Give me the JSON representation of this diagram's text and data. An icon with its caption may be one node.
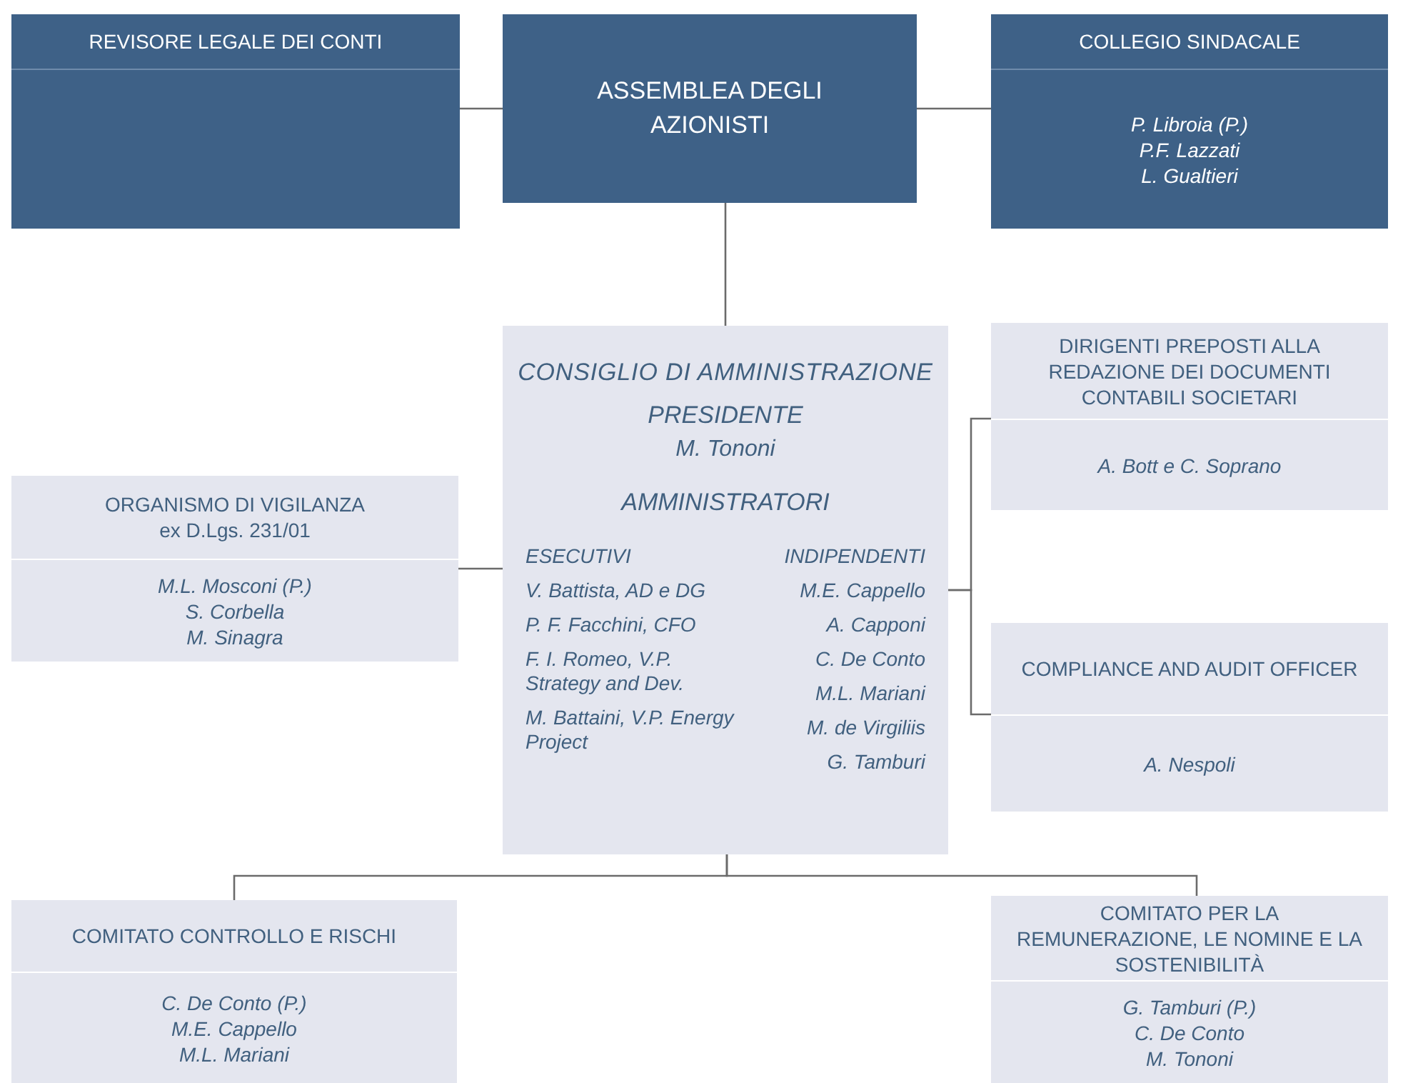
{
  "diagram": {
    "nodes": [
      {
        "text": [
          "REVISORE LEGALE DEI CONTI"
        ]
      },
      {
        "text": [
          "ASSEMBLEA DEGLI AZIONISTI"
        ]
      },
      {
        "text": [
          "COLLEGIO SINDACALE",
          "P. Libroia (P.)",
          "P.F. Lazzati",
          "L. Gualtieri"
        ]
      },
      {
        "text": [
          "CONSIGLIO DI AMMINISTRAZIONE",
          "PRESIDENTE",
          "M. Tononi",
          "AMMINISTRATORI",
          "ESECUTIVI",
          "V. Battista, AD e DG",
          "P. F. Facchini, CFO",
          "F. I. Romeo, V.P. Strategy and Dev.",
          "M. Battaini, V.P. Energy Project",
          "INDIPENDENTI",
          "M.E. Cappello",
          "A. Capponi",
          "C. De Conto",
          "M.L. Mariani",
          "M. de Virgiliis",
          "G. Tamburi"
        ]
      },
      {
        "text": [
          "ORGANISMO DI VIGILANZA",
          "ex D.Lgs. 231/01",
          "M.L. Mosconi (P.)",
          "S. Corbella",
          "M. Sinagra"
        ]
      },
      {
        "text": [
          "DIRIGENTI PREPOSTI ALLA REDAZIONE DEI DOCUMENTI CONTABILI SOCIETARI",
          "A. Bott e C. Soprano"
        ]
      },
      {
        "text": [
          "COMPLIANCE AND AUDIT OFFICER",
          "A. Nespoli"
        ]
      },
      {
        "text": [
          "COMITATO CONTROLLO E RISCHI",
          "C. De Conto (P.)",
          "M.E. Cappello",
          "M.L. Mariani"
        ]
      },
      {
        "text": [
          "COMITATO PER LA REMUNERAZIONE, LE NOMINE E LA SOSTENIBILITÀ",
          "G. Tamburi (P.)",
          "C. De Conto",
          "M. Tononi"
        ]
      }
    ],
    "edges": [
      {
        "from": 0,
        "to": 1,
        "arrow": "none"
      },
      {
        "from": 1,
        "to": 2,
        "arrow": "none"
      },
      {
        "from": 1,
        "to": 3,
        "arrow": "none"
      },
      {
        "from": 3,
        "to": 4,
        "arrow": "none"
      },
      {
        "from": 3,
        "to": 5,
        "arrow": "none"
      },
      {
        "from": 3,
        "to": 6,
        "arrow": "none"
      },
      {
        "from": 3,
        "to": 7,
        "arrow": "none"
      },
      {
        "from": 3,
        "to": 8,
        "arrow": "none"
      }
    ]
  }
}
